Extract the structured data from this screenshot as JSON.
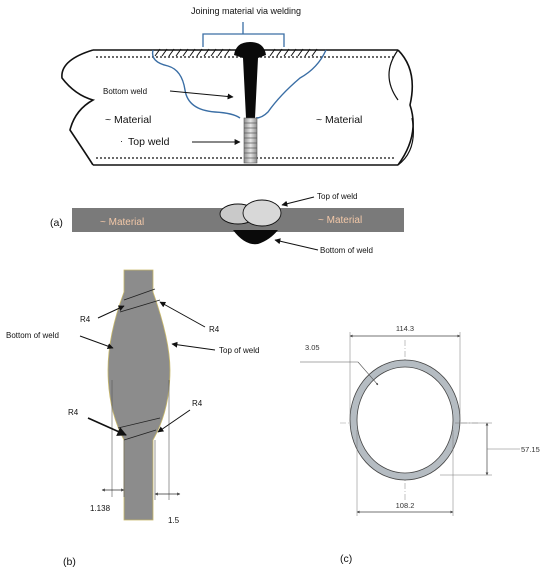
{
  "panel_a": {
    "top_label": "Joining material via welding",
    "bottom_weld": "Bottom weld",
    "material_left": "~ Material",
    "material_right": "~ Material",
    "top_weld": "Top weld",
    "panel_letter": "(a)",
    "strip_material_left": "~ Material",
    "strip_material_right": "~ Material",
    "top_of_weld": "Top of weld",
    "bottom_of_weld": "Bottom of weld"
  },
  "panel_b": {
    "r4_top_left": "R4",
    "r4_top_right": "R4",
    "bottom_of_weld": "Bottom of weld",
    "top_of_weld": "Top of weld",
    "r4_bottom_left": "R4",
    "r4_bottom_right": "R4",
    "dim_left": "1.138",
    "dim_right": "1.5",
    "panel_letter": "(b)"
  },
  "panel_c": {
    "dim_top": "114.3",
    "dim_thickness": "3.05",
    "dim_right": "57.15",
    "dim_bottom": "108.2",
    "panel_letter": "(c)"
  },
  "colors": {
    "outline_blue": "#3a6ea5",
    "weld_black": "#0a0a0a",
    "strip_gray": "#7a7a7a",
    "material_text": "#f3c8a8",
    "section_gray": "#8c8c8c"
  }
}
